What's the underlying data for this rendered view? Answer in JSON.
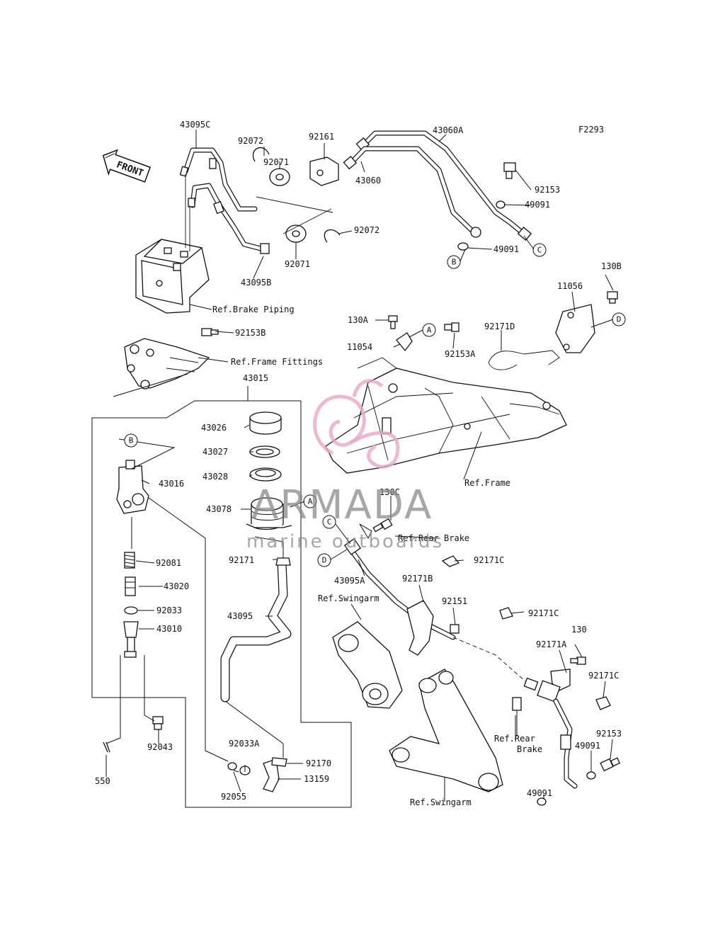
{
  "diagram_code": "F2293",
  "front_label": "FRONT",
  "watermark": {
    "brand": "ARMADA",
    "tagline": "marine outboards"
  },
  "parts": {
    "p43095C": "43095C",
    "p92072a": "92072",
    "p92071a": "92071",
    "p92161": "92161",
    "p43060A": "43060A",
    "p43060": "43060",
    "p92153a": "92153",
    "p49091a": "49091",
    "p49091b": "49091",
    "p92072b": "92072",
    "p92071b": "92071",
    "p43095B": "43095B",
    "p130B": "130B",
    "p11056": "11056",
    "p130A": "130A",
    "p92171D": "92171D",
    "p11054": "11054",
    "p92153A": "92153A",
    "p92153B": "92153B",
    "p43015": "43015",
    "p43026": "43026",
    "p43027": "43027",
    "p43028": "43028",
    "p43078": "43078",
    "p43016": "43016",
    "p92081": "92081",
    "p43020": "43020",
    "p92033": "92033",
    "p43010": "43010",
    "p92171": "92171",
    "p43095": "43095",
    "p130C": "130C",
    "p43095A": "43095A",
    "p92171C_a": "92171C",
    "p92171B": "92171B",
    "p92151": "92151",
    "p92171C_b": "92171C",
    "p130": "130",
    "p92171A": "92171A",
    "p92171C_c": "92171C",
    "p92153b": "92153",
    "p49091c": "49091",
    "p49091d": "49091",
    "p92043": "92043",
    "p550": "550",
    "p92033A": "92033A",
    "p92170": "92170",
    "p92055": "92055",
    "p13159": "13159"
  },
  "refs": {
    "brake_piping": "Ref.Brake Piping",
    "frame_fittings": "Ref.Frame Fittings",
    "frame": "Ref.Frame",
    "rear_brake_a": "Ref.Rear Brake",
    "swingarm_a": "Ref.Swingarm",
    "rear_brake_b1": "Ref.Rear",
    "rear_brake_b2": "Brake",
    "swingarm_b": "Ref.Swingarm"
  },
  "markers": {
    "A": "A",
    "B": "B",
    "C": "C",
    "D": "D"
  }
}
